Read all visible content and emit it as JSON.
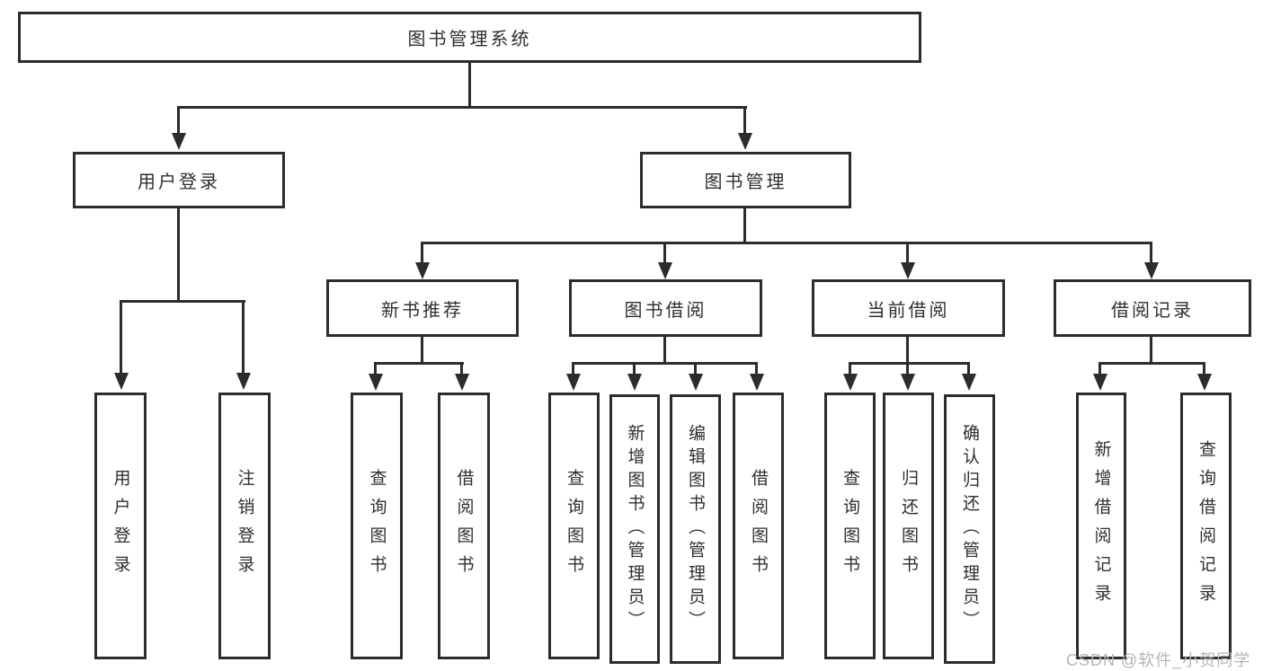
{
  "diagram_type": "hierarchy-tree",
  "tree": {
    "label": "图书管理系统",
    "children": [
      {
        "label": "用户登录",
        "children": [
          {
            "label": "用户登录"
          },
          {
            "label": "注销登录"
          }
        ]
      },
      {
        "label": "图书管理",
        "children": [
          {
            "label": "新书推荐",
            "children": [
              {
                "label": "查询图书"
              },
              {
                "label": "借阅图书"
              }
            ]
          },
          {
            "label": "图书借阅",
            "children": [
              {
                "label": "查询图书"
              },
              {
                "label": "新增图书（管理员）"
              },
              {
                "label": "编辑图书（管理员）"
              },
              {
                "label": "借阅图书"
              }
            ]
          },
          {
            "label": "当前借阅",
            "children": [
              {
                "label": "查询图书"
              },
              {
                "label": "归还图书"
              },
              {
                "label": "确认归还（管理员）"
              }
            ]
          },
          {
            "label": "借阅记录",
            "children": [
              {
                "label": "新增借阅记录"
              },
              {
                "label": "查询借阅记录"
              }
            ]
          }
        ]
      }
    ]
  },
  "watermark": "CSDN @软件_小贺同学",
  "colors": {
    "line": "#2c2c2c",
    "text": "#2f2f2f",
    "watermark": "#b4b4b4",
    "background": "#ffffff"
  }
}
